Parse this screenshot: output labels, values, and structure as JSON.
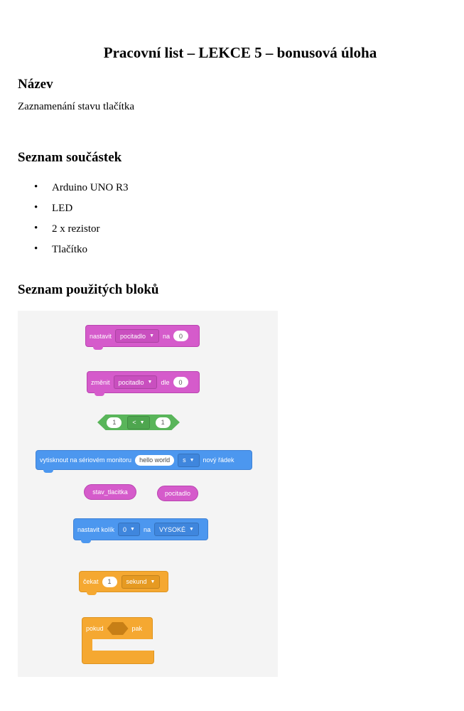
{
  "title": "Pracovní list – LEKCE 5 – bonusová úloha",
  "name_section": {
    "heading": "Název",
    "text": "Zaznamenání stavu tlačítka"
  },
  "parts_section": {
    "heading": "Seznam součástek",
    "items": [
      "Arduino UNO R3",
      "LED",
      "2 x rezistor",
      "Tlačítko"
    ]
  },
  "blocks_section": {
    "heading": "Seznam použitých bloků",
    "blocks": {
      "set_var": {
        "label": "nastavit",
        "var": "pocitadlo",
        "to": "na",
        "value": "0"
      },
      "change_var": {
        "label": "změnit",
        "var": "pocitadlo",
        "by": "dle",
        "value": "0"
      },
      "compare": {
        "left": "1",
        "op": "<",
        "right": "1"
      },
      "serial_print": {
        "label": "vytisknout na sériovém monitoru",
        "text": "hello world",
        "option": "s",
        "suffix": "nový řádek"
      },
      "reporter_button": "stav_tlacitka",
      "reporter_counter": "pocitadlo",
      "set_pin": {
        "label": "nastavit kolík",
        "pin": "0",
        "to": "na",
        "state": "VYSOKÉ"
      },
      "wait": {
        "label": "čekat",
        "value": "1",
        "unit": "sekund"
      },
      "if": {
        "label": "pokud",
        "then": "pak"
      }
    },
    "colors": {
      "looks": "#d55bcb",
      "operators": "#59b55a",
      "blue": "#4c97ef",
      "control": "#f5a831"
    }
  }
}
